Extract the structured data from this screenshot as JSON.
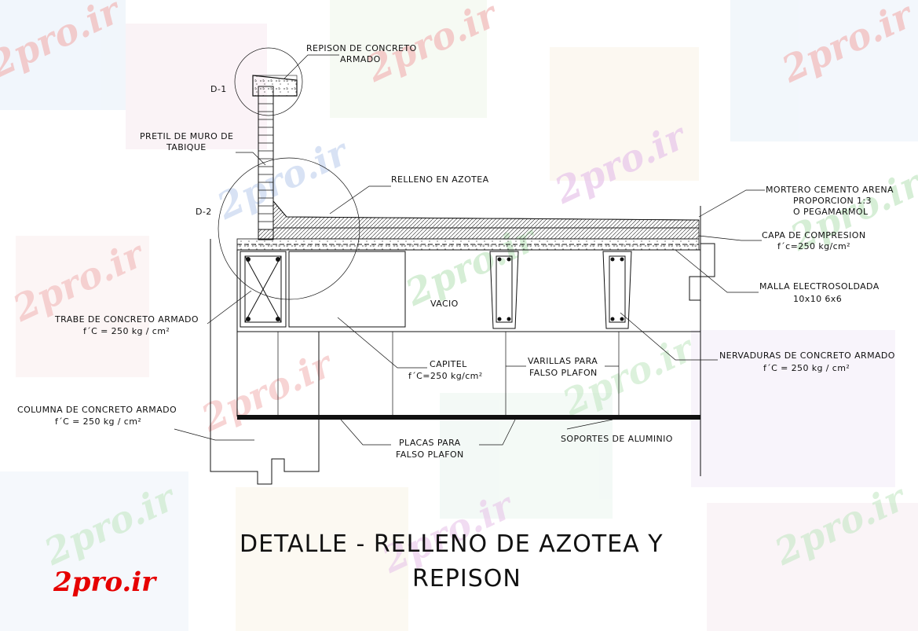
{
  "title": {
    "line1": "DETALLE - RELLENO DE AZOTEA Y",
    "line2": "REPISON"
  },
  "logo": "2pro.ir",
  "watermark": "2pro.ir",
  "details": {
    "d1": "D-1",
    "d2": "D-2"
  },
  "labels": {
    "repison": [
      "REPISON DE CONCRETO",
      "ARMADO"
    ],
    "pretil": [
      "PRETIL DE MURO DE",
      "TABIQUE"
    ],
    "relleno": "RELLENO EN AZOTEA",
    "mortero": [
      "MORTERO CEMENTO ARENA",
      "PROPORCION 1:3",
      "O PEGAMARMOL"
    ],
    "capa": [
      "CAPA DE COMPRESION",
      "f´c=250 kg/cm²"
    ],
    "malla": [
      "MALLA ELECTROSOLDADA",
      "10x10 6x6"
    ],
    "vacio": "VACIO",
    "trabe": [
      "TRABE DE CONCRETO ARMADO",
      "f´C = 250 kg / cm²"
    ],
    "nervaduras": [
      "NERVADURAS DE CONCRETO ARMADO",
      "f´C = 250 kg / cm²"
    ],
    "capitel": [
      "CAPITEL",
      "f´C=250 kg/cm²"
    ],
    "varillas": [
      "VARILLAS PARA",
      "FALSO PLAFON"
    ],
    "columna": [
      "COLUMNA DE CONCRETO ARMADO",
      "f´C = 250 kg / cm²"
    ],
    "placas": [
      "PLACAS PARA",
      "FALSO PLAFON"
    ],
    "soportes": "SOPORTES DE ALUMINIO"
  }
}
